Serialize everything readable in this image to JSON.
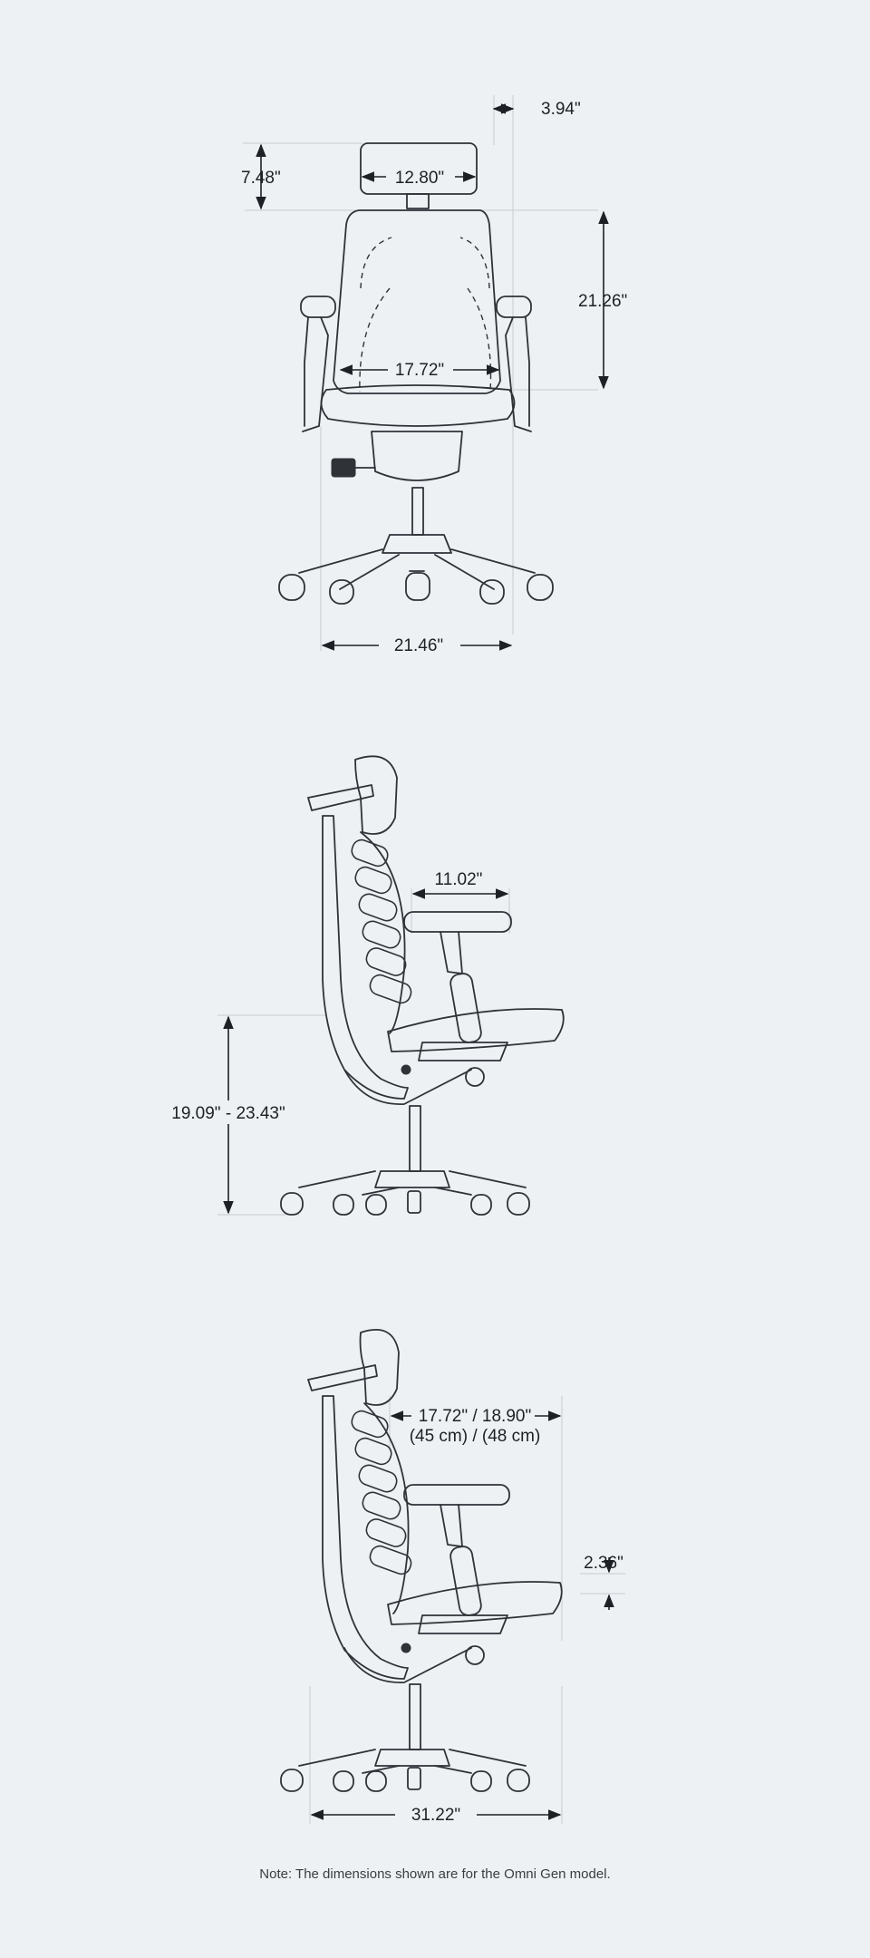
{
  "front_view": {
    "headrest_offset": "3.94\"",
    "headrest_height": "7.48\"",
    "headrest_width": "12.80\"",
    "backrest_height": "21.26\"",
    "backrest_width": "17.72\"",
    "base_width": "21.46\""
  },
  "side_view": {
    "armrest_depth": "11.02\"",
    "seat_height": "19.09\" - 23.43\""
  },
  "side_view_2": {
    "seat_depth_in": "17.72\" / 18.90\"",
    "seat_depth_cm": "(45 cm) / (48 cm)",
    "seat_slide": "2.36\"",
    "overall_depth": "31.22\""
  },
  "note": "Note: The dimensions shown are for the Omni Gen model."
}
